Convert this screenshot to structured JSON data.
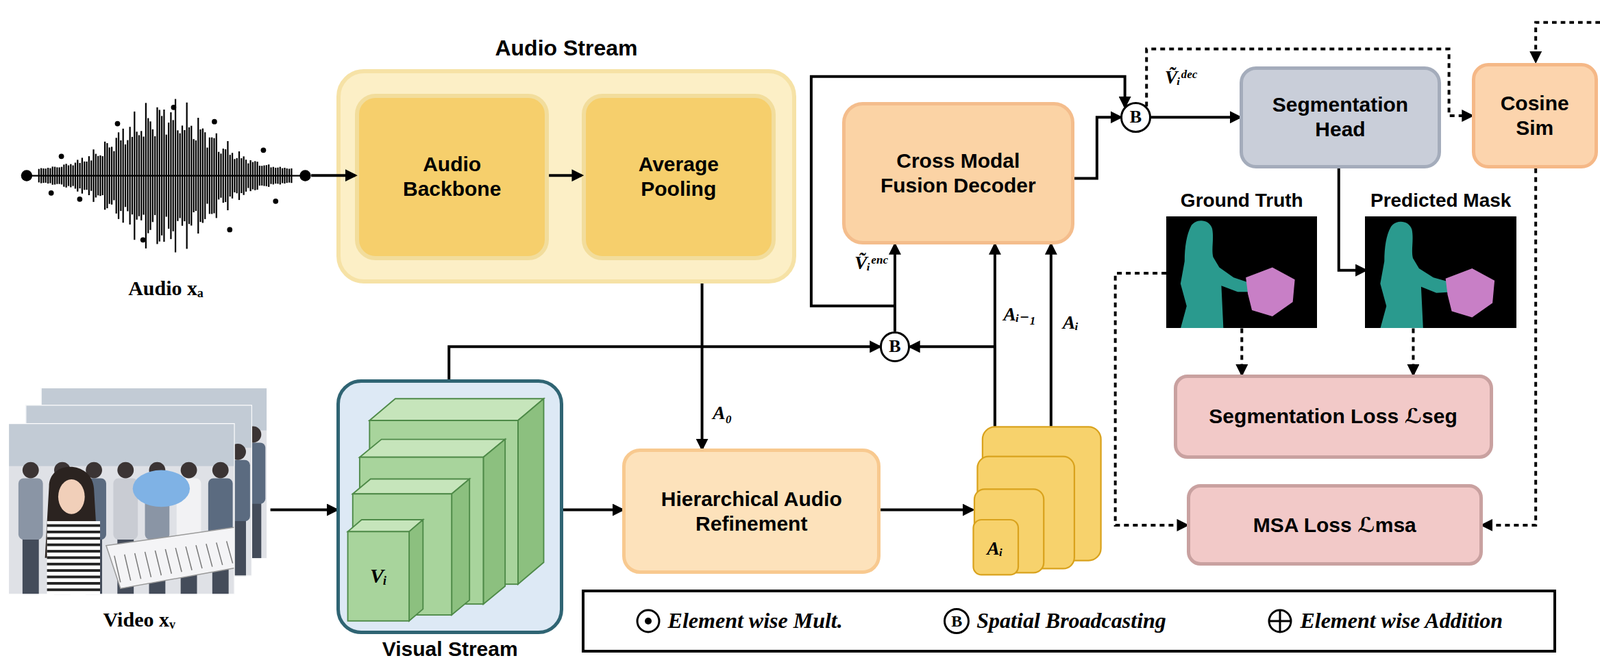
{
  "diagram": {
    "nodes": [
      {
        "text": [
          "Audio xₐ"
        ]
      },
      {
        "text": [
          "Audio Stream"
        ]
      },
      {
        "text": [
          "Audio Backbone"
        ],
        "in": 1
      },
      {
        "text": [
          "Average Pooling"
        ],
        "in": 1
      },
      {
        "text": [
          "Cross Modal Fusion Decoder"
        ]
      },
      {
        "text": [
          "B"
        ]
      },
      {
        "text": [
          "Segmentation Head"
        ]
      },
      {
        "text": [
          "Cosine Sim"
        ]
      },
      {
        "text": [
          "Ground Truth"
        ]
      },
      {
        "text": [
          "Predicted Mask"
        ]
      },
      {
        "text": [
          "B"
        ]
      },
      {
        "text": [
          "Segmentation Loss ℒseg"
        ]
      },
      {
        "text": [
          "Aᵢ"
        ]
      },
      {
        "text": [
          "Video xᵥ"
        ]
      },
      {
        "text": [
          "Visual Stream"
        ]
      },
      {
        "text": [
          "Hierarchical Audio Refinement"
        ]
      },
      {
        "text": [
          "MSA Loss ℒmsa"
        ]
      }
    ],
    "edges": [
      {
        "from": 0,
        "to": 2,
        "arrow": "to"
      },
      {
        "from": 2,
        "to": 3,
        "arrow": "to"
      },
      {
        "from": 1,
        "to": 15,
        "label": "A₀",
        "arrow": "to"
      },
      {
        "from": 13,
        "to": 14,
        "arrow": "to"
      },
      {
        "from": 14,
        "to": 15,
        "arrow": "to"
      },
      {
        "from": 14,
        "to": 10,
        "arrow": "to"
      },
      {
        "from": 15,
        "to": 12,
        "arrow": "to"
      },
      {
        "from": 12,
        "to": 10,
        "arrow": "to"
      },
      {
        "from": 10,
        "to": 4,
        "label": "Ṽᵢᵉⁿᶜ",
        "arrow": "to"
      },
      {
        "from": 10,
        "to": 5,
        "arrow": "to"
      },
      {
        "from": 4,
        "to": 5,
        "arrow": "to"
      },
      {
        "from": 5,
        "to": 6,
        "label": "Ṽᵢᵈᵉᶜ",
        "arrow": "to"
      },
      {
        "from": 5,
        "to": 7,
        "arrow": "to"
      },
      {
        "from": 6,
        "to": 9,
        "arrow": "to"
      },
      {
        "from": 7,
        "to": 16,
        "arrow": "to"
      },
      {
        "from": 8,
        "to": 11,
        "arrow": "to"
      },
      {
        "from": 9,
        "to": 11,
        "arrow": "to"
      },
      {
        "from": 8,
        "to": 16,
        "arrow": "to"
      },
      {
        "from": 12,
        "to": 4,
        "label": "Aᵢ₋₁",
        "arrow": "to"
      },
      {
        "from": 12,
        "to": 4,
        "label": "Aᵢ",
        "arrow": "to"
      }
    ],
    "labels": [
      "Vᵢ",
      "B"
    ],
    "legend": [
      {
        "text": "Element wise Mult."
      },
      {
        "text": "Spatial Broadcasting"
      },
      {
        "text": "Element wise Addition"
      }
    ]
  }
}
